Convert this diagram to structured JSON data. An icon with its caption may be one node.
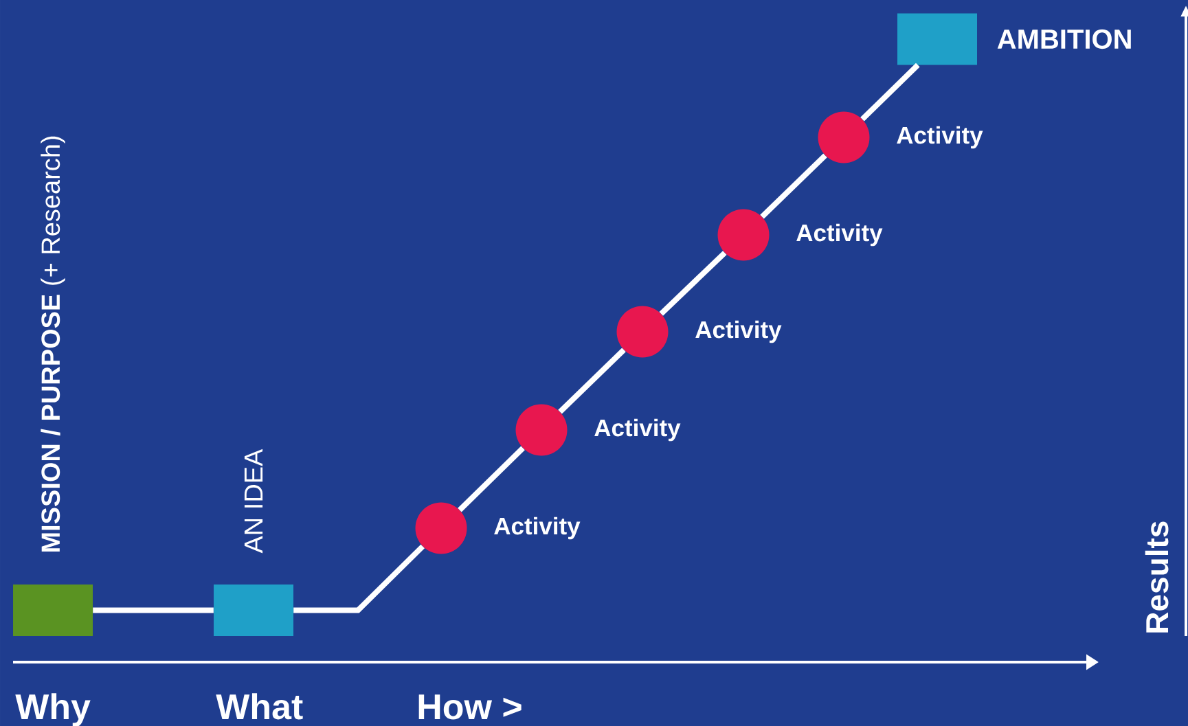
{
  "diagram": {
    "nodes": [
      {
        "text": [
          "**MISSION / PURPOSE** (+ Research)"
        ]
      },
      {
        "text": [
          "AN IDEA"
        ]
      },
      {
        "text": [
          "AMBITION"
        ]
      },
      {
        "text": [],
        "shape": "circle",
        "beside": [
          "Activity"
        ]
      },
      {
        "text": [],
        "shape": "circle",
        "beside": [
          "Activity"
        ]
      },
      {
        "text": [],
        "shape": "circle",
        "beside": [
          "Activity"
        ]
      },
      {
        "text": [],
        "shape": "circle",
        "beside": [
          "Activity"
        ]
      },
      {
        "text": [],
        "shape": "circle",
        "beside": [
          "Activity"
        ]
      }
    ],
    "edges": [
      {
        "from": 0,
        "to": 1,
        "arrow": "none"
      },
      {
        "from": 1,
        "to": 3,
        "arrow": "none"
      },
      {
        "from": 3,
        "to": 4,
        "arrow": "none"
      },
      {
        "from": 4,
        "to": 5,
        "arrow": "none"
      },
      {
        "from": 5,
        "to": 6,
        "arrow": "none"
      },
      {
        "from": 6,
        "to": 7,
        "arrow": "none"
      },
      {
        "from": 7,
        "to": 2,
        "arrow": "none"
      }
    ],
    "labels": [
      "Why",
      "What",
      "How >",
      "Results"
    ]
  }
}
